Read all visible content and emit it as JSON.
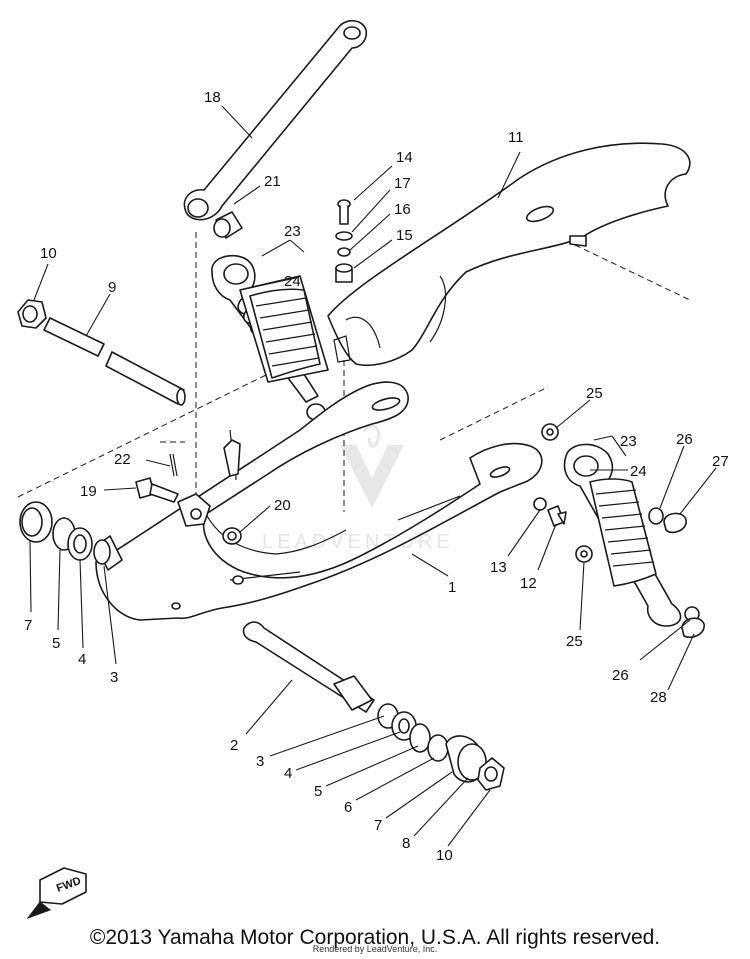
{
  "watermark": "LEADVENTURE",
  "fwd_label": "FWD",
  "copyright": "©2013 Yamaha Motor Corporation, U.S.A. All rights reserved.",
  "rendered_note": "Rendered by LeadVenture, Inc.",
  "callouts": {
    "c1": "1",
    "c2": "2",
    "c3a": "3",
    "c3b": "3",
    "c4a": "4",
    "c4b": "4",
    "c5a": "5",
    "c5b": "5",
    "c6": "6",
    "c7a": "7",
    "c7b": "7",
    "c8": "8",
    "c9": "9",
    "c10a": "10",
    "c10b": "10",
    "c11": "11",
    "c12": "12",
    "c13": "13",
    "c14": "14",
    "c15": "15",
    "c16": "16",
    "c17": "17",
    "c18": "18",
    "c19": "19",
    "c20": "20",
    "c21": "21",
    "c22": "22",
    "c23a": "23",
    "c23b": "23",
    "c24a": "24",
    "c24b": "24",
    "c25a": "25",
    "c25b": "25",
    "c26a": "26",
    "c26b": "26",
    "c27": "27",
    "c28": "28"
  }
}
